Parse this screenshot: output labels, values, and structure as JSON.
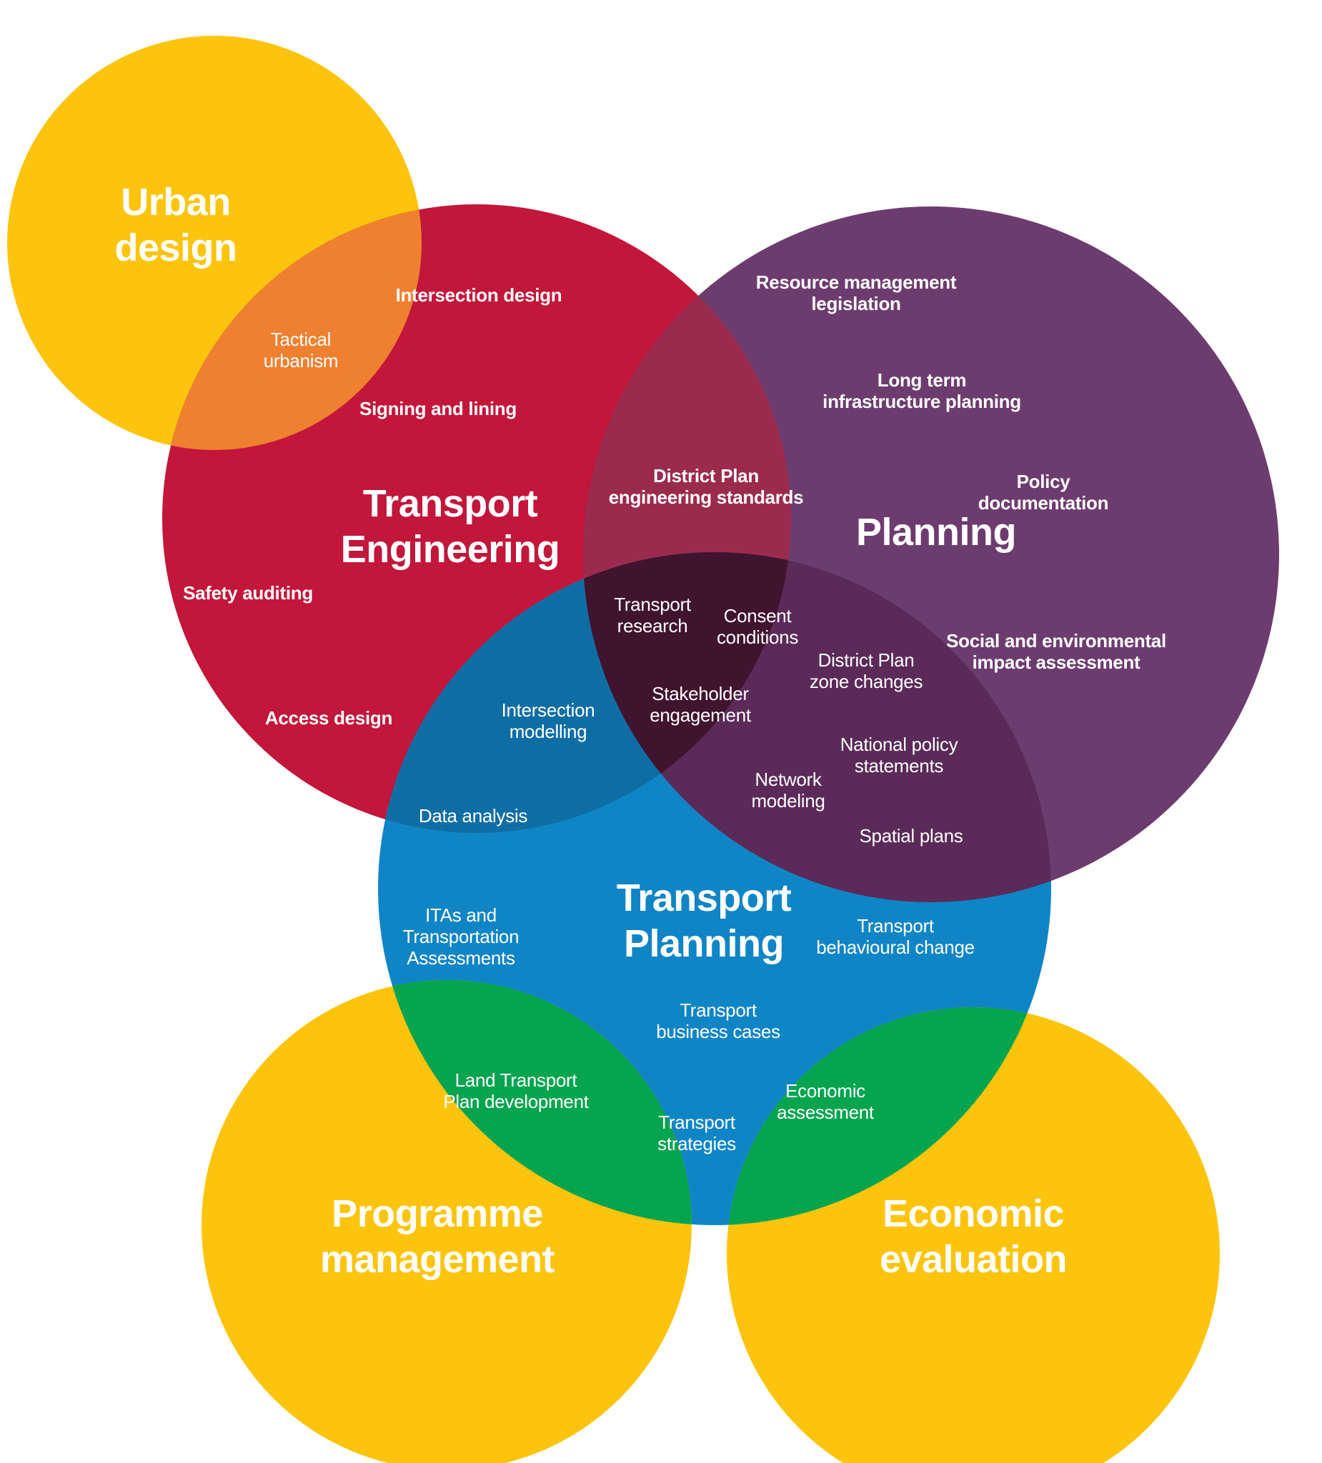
{
  "diagram_type": "venn",
  "colors": {
    "background": "#FFFFFF",
    "text": "#FFFFFF",
    "urban_design": "#FCC40D",
    "transport_engineering": "#C2163A",
    "planning": "#6D3C6F",
    "transport_planning": "#1085C5",
    "programme_management": "#FCC40D",
    "economic_evaluation": "#FCC40D",
    "overlap_urban_engineering": "#EF8030",
    "overlap_engineering_planning": "#9B2B4E",
    "overlap_engineering_transport_planning": "#0E6EA4",
    "overlap_planning_transport_planning": "#5B2A59",
    "overlap_engineering_planning_transport_planning": "#40132F",
    "overlap_green": "#05A44F"
  },
  "titles": {
    "urban_design": "Urban\ndesign",
    "transport_engineering": "Transport\nEngineering",
    "planning": "Planning",
    "transport_planning": "Transport\nPlanning",
    "programme_management": "Programme\nmanagement",
    "economic_evaluation": "Economic\nevaluation"
  },
  "items": {
    "tactical_urbanism": {
      "text": "Tactical\nurbanism",
      "regions": [
        "urban_design",
        "transport_engineering"
      ]
    },
    "intersection_design": {
      "text": "Intersection design",
      "regions": [
        "transport_engineering"
      ]
    },
    "signing_and_lining": {
      "text": "Signing and lining",
      "regions": [
        "transport_engineering"
      ]
    },
    "safety_auditing": {
      "text": "Safety auditing",
      "regions": [
        "transport_engineering"
      ]
    },
    "access_design": {
      "text": "Access design",
      "regions": [
        "transport_engineering"
      ]
    },
    "resource_management": {
      "text": "Resource management\nlegislation",
      "regions": [
        "planning"
      ]
    },
    "long_term_infrastructure": {
      "text": "Long term\ninfrastructure planning",
      "regions": [
        "planning"
      ]
    },
    "policy_documentation": {
      "text": "Policy\ndocumentation",
      "regions": [
        "planning"
      ]
    },
    "social_environmental": {
      "text": "Social and environmental\nimpact assessment",
      "regions": [
        "planning"
      ]
    },
    "district_plan_engineering": {
      "text": "District Plan\nengineering standards",
      "regions": [
        "transport_engineering",
        "planning"
      ]
    },
    "transport_research": {
      "text": "Transport\nresearch",
      "regions": [
        "transport_engineering",
        "planning",
        "transport_planning"
      ]
    },
    "consent_conditions": {
      "text": "Consent\nconditions",
      "regions": [
        "transport_engineering",
        "planning",
        "transport_planning"
      ]
    },
    "stakeholder_engagement": {
      "text": "Stakeholder\nengagement",
      "regions": [
        "transport_engineering",
        "planning",
        "transport_planning"
      ]
    },
    "intersection_modelling": {
      "text": "Intersection\nmodelling",
      "regions": [
        "transport_engineering",
        "transport_planning"
      ]
    },
    "data_analysis": {
      "text": "Data analysis",
      "regions": [
        "transport_engineering",
        "transport_planning"
      ]
    },
    "district_plan_zone": {
      "text": "District Plan\nzone changes",
      "regions": [
        "planning",
        "transport_planning"
      ]
    },
    "national_policy": {
      "text": "National policy\nstatements",
      "regions": [
        "planning",
        "transport_planning"
      ]
    },
    "network_modeling": {
      "text": "Network\nmodeling",
      "regions": [
        "planning",
        "transport_planning"
      ]
    },
    "spatial_plans": {
      "text": "Spatial plans",
      "regions": [
        "planning",
        "transport_planning"
      ]
    },
    "itas": {
      "text": "ITAs and\nTransportation\nAssessments",
      "regions": [
        "transport_planning"
      ]
    },
    "transport_behavioural": {
      "text": "Transport\nbehavioural change",
      "regions": [
        "transport_planning"
      ]
    },
    "transport_business": {
      "text": "Transport\nbusiness cases",
      "regions": [
        "transport_planning"
      ]
    },
    "transport_strategies": {
      "text": "Transport\nstrategies",
      "regions": [
        "transport_planning"
      ]
    },
    "land_transport_plan": {
      "text": "Land Transport\nPlan development",
      "regions": [
        "transport_planning",
        "programme_management"
      ]
    },
    "economic_assessment": {
      "text": "Economic\nassessment",
      "regions": [
        "transport_planning",
        "economic_evaluation"
      ]
    }
  }
}
